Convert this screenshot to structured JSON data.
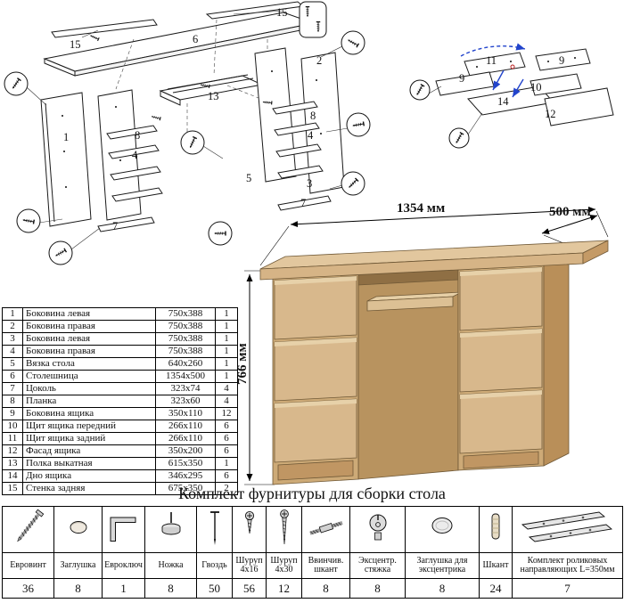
{
  "parts_table": {
    "rows": [
      {
        "num": "1",
        "name": "Боковина левая",
        "size": "750x388",
        "qty": "1"
      },
      {
        "num": "2",
        "name": "Боковина правая",
        "size": "750x388",
        "qty": "1"
      },
      {
        "num": "3",
        "name": "Боковина левая",
        "size": "750x388",
        "qty": "1"
      },
      {
        "num": "4",
        "name": "Боковина правая",
        "size": "750x388",
        "qty": "1"
      },
      {
        "num": "5",
        "name": "Вязка стола",
        "size": "640x260",
        "qty": "1"
      },
      {
        "num": "6",
        "name": "Столешница",
        "size": "1354x500",
        "qty": "1"
      },
      {
        "num": "7",
        "name": "Цоколь",
        "size": "323x74",
        "qty": "4"
      },
      {
        "num": "8",
        "name": "Планка",
        "size": "323x60",
        "qty": "4"
      },
      {
        "num": "9",
        "name": "Боковина ящика",
        "size": "350x110",
        "qty": "12"
      },
      {
        "num": "10",
        "name": "Щит ящика передний",
        "size": "266x110",
        "qty": "6"
      },
      {
        "num": "11",
        "name": "Щит ящика задний",
        "size": "266x110",
        "qty": "6"
      },
      {
        "num": "12",
        "name": "Фасад ящика",
        "size": "350x200",
        "qty": "6"
      },
      {
        "num": "13",
        "name": "Полка выкатная",
        "size": "615x350",
        "qty": "1"
      },
      {
        "num": "14",
        "name": "Дно ящика",
        "size": "346x295",
        "qty": "6"
      },
      {
        "num": "15",
        "name": "Стенка задняя",
        "size": "675x350",
        "qty": "2"
      }
    ]
  },
  "desk_render": {
    "dim_width": "1354 мм",
    "dim_depth": "500 мм",
    "dim_height": "766 мм"
  },
  "hardware": {
    "title": "Комплект фурнитуры для сборки стола",
    "items": [
      {
        "name": "Евровинт",
        "qty": "36",
        "icon": "confirmat-screw-icon"
      },
      {
        "name": "Заглушка",
        "qty": "8",
        "icon": "cap-plug-icon"
      },
      {
        "name": "Евроключ",
        "qty": "1",
        "icon": "hex-key-icon"
      },
      {
        "name": "Ножка",
        "qty": "8",
        "icon": "furniture-glide-icon"
      },
      {
        "name": "Гвоздь",
        "qty": "50",
        "icon": "nail-icon"
      },
      {
        "name": "Шуруп 4x16",
        "qty": "56",
        "icon": "screw-4x16-icon"
      },
      {
        "name": "Шуруп 4x30",
        "qty": "12",
        "icon": "screw-4x30-icon"
      },
      {
        "name": "Ввинчив. шкант",
        "qty": "8",
        "icon": "hanger-bolt-icon"
      },
      {
        "name": "Эксцентр. стяжка",
        "qty": "8",
        "icon": "cam-lock-icon"
      },
      {
        "name": "Заглушка для эксцентрика",
        "qty": "8",
        "icon": "cam-cap-icon"
      },
      {
        "name": "Шкант",
        "qty": "24",
        "icon": "wood-dowel-icon"
      },
      {
        "name": "Комплект роликовых направляющих L=350мм",
        "qty": "7",
        "icon": "drawer-slides-icon"
      }
    ]
  },
  "diagram_left": {
    "labels": [
      "15",
      "6",
      "15",
      "2",
      "13",
      "1",
      "8",
      "4",
      "8",
      "4",
      "3",
      "7",
      "7",
      "5"
    ]
  },
  "diagram_right": {
    "labels": [
      "11",
      "9",
      "9",
      "10",
      "14",
      "12"
    ]
  },
  "colors": {
    "wood": "#d8b88c",
    "wood_dark": "#c09663",
    "wood_light": "#e2c79e",
    "line": "#1a1a1a",
    "blue_arrow": "#2244cc"
  }
}
